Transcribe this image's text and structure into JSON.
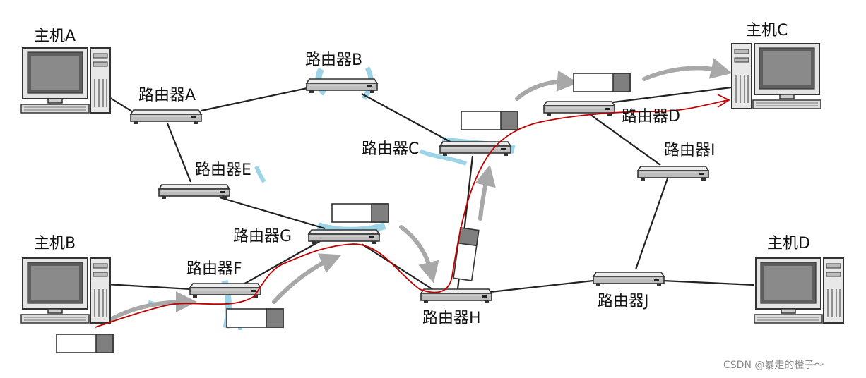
{
  "hosts": {
    "a": "主机A",
    "b": "主机B",
    "c": "主机C",
    "d": "主机D"
  },
  "routers": {
    "a": "路由器A",
    "b": "路由器B",
    "c": "路由器C",
    "d": "路由器D",
    "e": "路由器E",
    "f": "路由器F",
    "g": "路由器G",
    "h": "路由器H",
    "i": "路由器I",
    "j": "路由器J"
  },
  "watermark": "CSDN @暴走的橙子～",
  "colors": {
    "link": "#222222",
    "route_path": "#c00000",
    "flow_arrow": "#a8a8a8",
    "packet_header": "#7f7f7f",
    "highlight": "#5bb6d6",
    "device_body": "#bdbdbd"
  }
}
